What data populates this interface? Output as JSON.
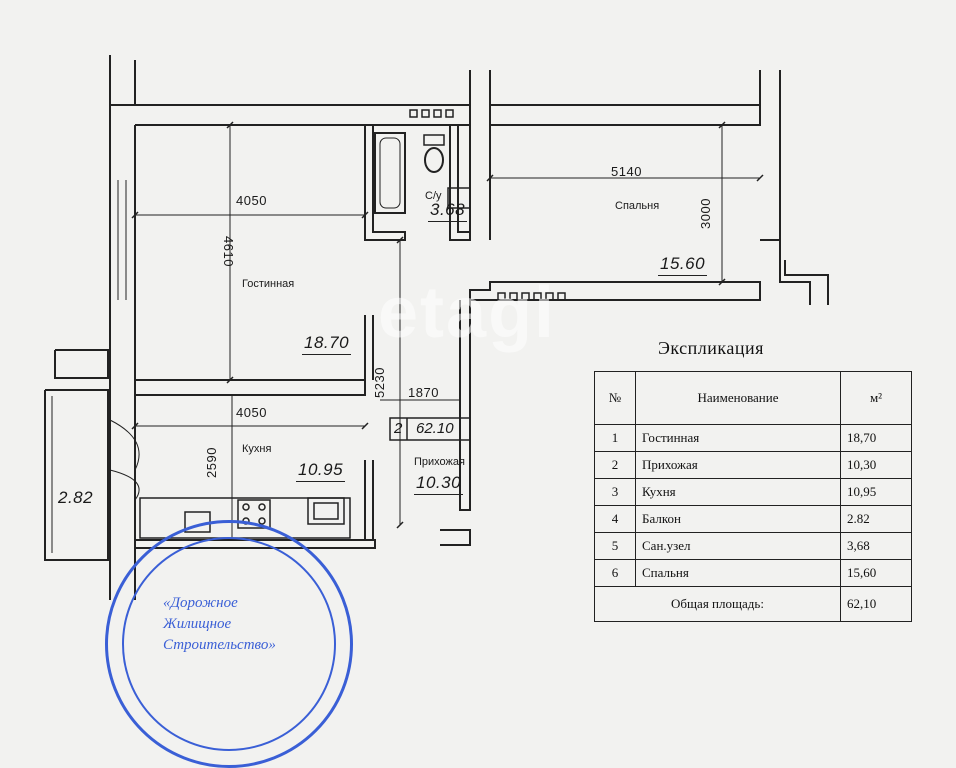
{
  "rooms": {
    "living": {
      "name": "Гостинная",
      "area": "18.70",
      "dim_w": "4050",
      "dim_h": "4610"
    },
    "bedroom": {
      "name": "Спальня",
      "area": "15.60",
      "dim_w": "5140",
      "dim_h": "3000"
    },
    "bathroom": {
      "name": "С/у",
      "area": "3.68"
    },
    "kitchen": {
      "name": "Кухня",
      "area": "10.95",
      "dim_w": "4050",
      "dim_h": "2590"
    },
    "hall": {
      "name": "Прихожая",
      "area": "10.30",
      "dim_w": "1870",
      "dim_h": "5230"
    },
    "balcony": {
      "area": "2.82"
    }
  },
  "apartment": {
    "rooms_count": "2",
    "total_area": "62.10"
  },
  "explication": {
    "title": "Экспликация",
    "headers": {
      "num": "№",
      "name": "Наименование",
      "unit": "м²"
    },
    "rows": [
      {
        "num": "1",
        "name": "Гостинная",
        "area": "18,70"
      },
      {
        "num": "2",
        "name": "Прихожая",
        "area": "10,30"
      },
      {
        "num": "3",
        "name": "Кухня",
        "area": "10,95"
      },
      {
        "num": "4",
        "name": "Балкон",
        "area": "2.82"
      },
      {
        "num": "5",
        "name": "Сан.узел",
        "area": "3,68"
      },
      {
        "num": "6",
        "name": "Спальня",
        "area": "15,60"
      }
    ],
    "total_label": "Общая площадь:",
    "total_value": "62,10"
  },
  "watermark": "etagi",
  "stamp": {
    "lines": [
      "«Дорожное",
      "Жилищное",
      "Строительство»"
    ]
  },
  "colors": {
    "ink": "#222222",
    "stamp": "#3a5fd6",
    "paper": "#f2f2f0"
  }
}
